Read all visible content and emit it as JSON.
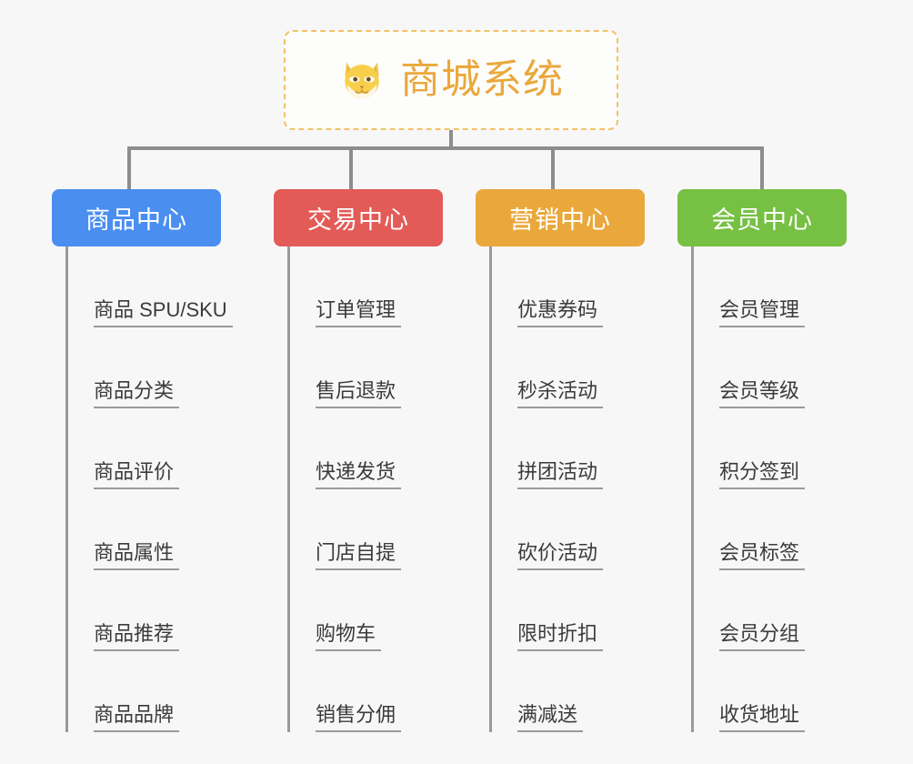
{
  "diagram": {
    "root": {
      "title": "商城系统",
      "icon": "shiba-dog-face-icon",
      "border_color": "#f2c266",
      "text_color": "#eaa83c",
      "background": "#fdfdfc"
    },
    "connector_color": "#8d8d8d",
    "page_background": "#f7f7f7",
    "columns": [
      {
        "header": "商品中心",
        "color": "#4a8ef0",
        "items": [
          "商品 SPU/SKU",
          "商品分类",
          "商品评价",
          "商品属性",
          "商品推荐",
          "商品品牌"
        ]
      },
      {
        "header": "交易中心",
        "color": "#e35b57",
        "items": [
          "订单管理",
          "售后退款",
          "快递发货",
          "门店自提",
          "购物车",
          "销售分佣"
        ]
      },
      {
        "header": "营销中心",
        "color": "#eaa83c",
        "items": [
          "优惠券码",
          "秒杀活动",
          "拼团活动",
          "砍价活动",
          "限时折扣",
          "满减送"
        ]
      },
      {
        "header": "会员中心",
        "color": "#76c043",
        "items": [
          "会员管理",
          "会员等级",
          "积分签到",
          "会员标签",
          "会员分组",
          "收货地址"
        ]
      }
    ]
  }
}
